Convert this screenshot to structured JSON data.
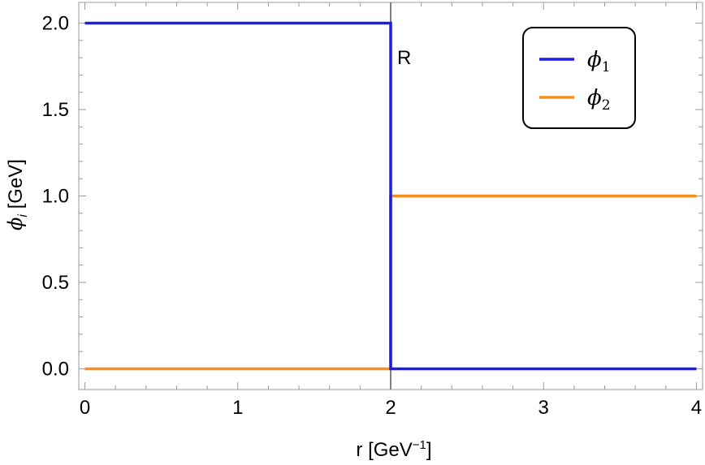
{
  "chart_data": {
    "type": "line",
    "xlabel": "r [GeV",
    "xlabel_sup": "−1",
    "xlabel_end": "]",
    "ylabel": "ϕ",
    "ylabel_sub": "i",
    "ylabel_end": " [GeV]",
    "xlim": [
      -0.04,
      4.04
    ],
    "ylim": [
      -0.12,
      2.12
    ],
    "xticks": [
      0,
      1,
      2,
      3,
      4
    ],
    "xtick_labels": [
      "0",
      "1",
      "2",
      "3",
      "4"
    ],
    "yticks": [
      0.0,
      0.5,
      1.0,
      1.5,
      2.0
    ],
    "ytick_labels": [
      "0.0",
      "0.5",
      "1.0",
      "1.5",
      "2.0"
    ],
    "grid": false,
    "legend_position": "top-right",
    "vertical_line": {
      "x": 2,
      "label": "R",
      "color": "#808080"
    },
    "series": [
      {
        "name": "ϕ",
        "sub": "1",
        "color": "#1c1ce6",
        "x": [
          0,
          2,
          2,
          4
        ],
        "y": [
          2,
          2,
          0,
          0
        ]
      },
      {
        "name": "ϕ",
        "sub": "2",
        "color": "#f5901e",
        "x": [
          0,
          2,
          2,
          4
        ],
        "y": [
          0,
          0,
          1,
          1
        ]
      }
    ]
  }
}
